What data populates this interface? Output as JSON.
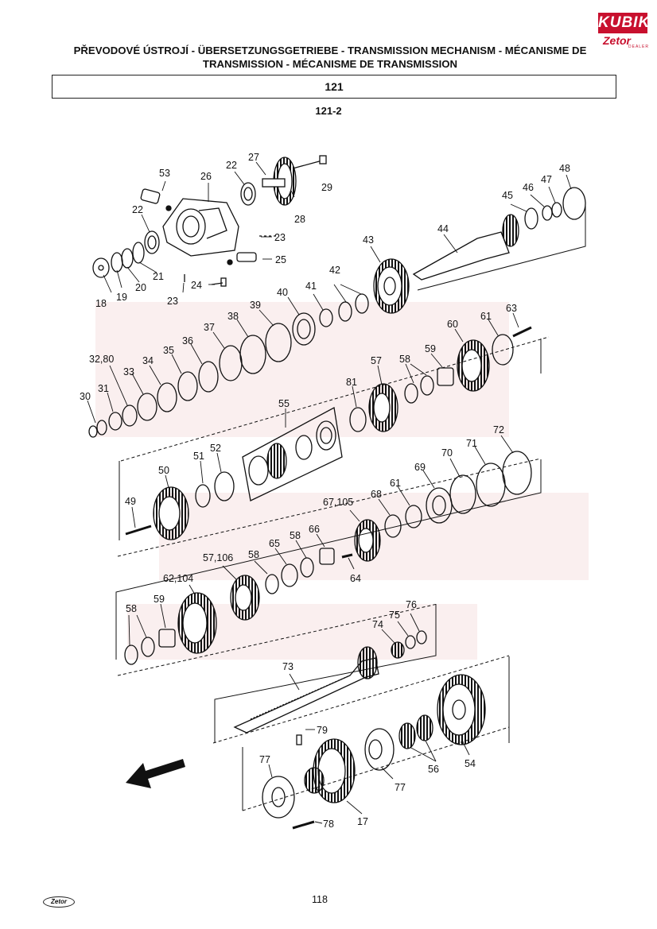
{
  "header": {
    "logo_brand": "KUBIK",
    "logo_sub": "Zetor",
    "logo_dealer": "DEALER",
    "title_line1": "PŘEVODOVÉ ÚSTROJÍ - ÜBERSETZUNGSGETRIEBE - TRANSMISSION MECHANISM - MÉCANISME DE",
    "title_line2": "TRANSMISSION - MÉCANISME DE TRANSMISSION",
    "group_number": "121",
    "figure_number": "121-2"
  },
  "labels": {
    "l53": "53",
    "l26": "26",
    "l22a": "22",
    "l27": "27",
    "l29": "29",
    "l28": "28",
    "l22b": "22",
    "l23a": "23",
    "l25": "25",
    "l24": "24",
    "l23b": "23",
    "l18": "18",
    "l19": "19",
    "l20": "20",
    "l21": "21",
    "l44": "44",
    "l45": "45",
    "l46": "46",
    "l47": "47",
    "l48": "48",
    "l43": "43",
    "l42": "42",
    "l41": "41",
    "l40": "40",
    "l39": "39",
    "l38": "38",
    "l37": "37",
    "l36": "36",
    "l35": "35",
    "l34": "34",
    "l3280": "32,80",
    "l33": "33",
    "l31": "31",
    "l30": "30",
    "l60": "60",
    "l61a": "61",
    "l63": "63",
    "l59a": "59",
    "l58a": "58",
    "l57": "57",
    "l81": "81",
    "l55": "55",
    "l52": "52",
    "l51": "51",
    "l50": "50",
    "l49": "49",
    "l72": "72",
    "l71": "71",
    "l70": "70",
    "l69": "69",
    "l61b": "61",
    "l68": "68",
    "l67105": "67,105",
    "l66": "66",
    "l64": "64",
    "l58b": "58",
    "l65": "65",
    "l57106": "57,106",
    "l58c": "58",
    "l62104": "62,104",
    "l59b": "59",
    "l58d": "58",
    "l74": "74",
    "l75": "75",
    "l76": "76",
    "l73": "73",
    "l79": "79",
    "l77a": "77",
    "l77b": "77",
    "l56": "56",
    "l54": "54",
    "l17": "17",
    "l78": "78"
  },
  "footer": {
    "page_number": "118",
    "logo": "Zetor"
  },
  "colors": {
    "ink": "#111111",
    "brand_red": "#c8102e",
    "watermark": "#f3d6d6"
  }
}
